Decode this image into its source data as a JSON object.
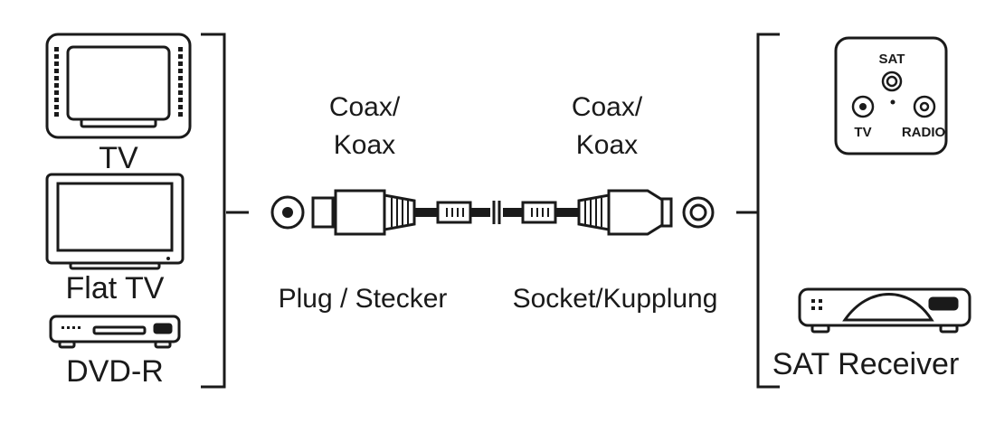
{
  "left_devices": {
    "tv": "TV",
    "flat_tv": "Flat TV",
    "dvd": "DVD-R"
  },
  "cable": {
    "left_type_line1": "Coax/",
    "left_type_line2": "Koax",
    "right_type_line1": "Coax/",
    "right_type_line2": "Koax",
    "left_end": "Plug / Stecker",
    "right_end": "Socket/Kupplung"
  },
  "wall_plate": {
    "sat": "SAT",
    "tv": "TV",
    "radio": "RADIO"
  },
  "right_devices": {
    "receiver": "SAT Receiver"
  },
  "colors": {
    "ink": "#1a1a1a",
    "background": "#ffffff"
  }
}
